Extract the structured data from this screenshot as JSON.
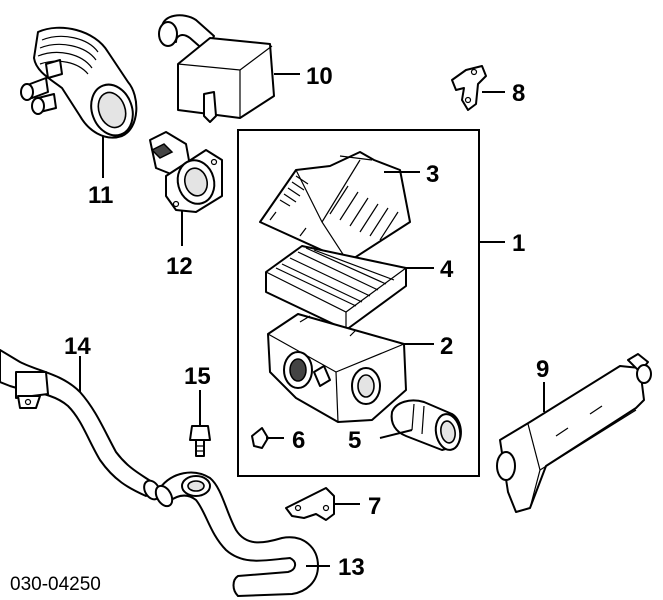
{
  "callouts": {
    "c1": "1",
    "c2": "2",
    "c3": "3",
    "c4": "4",
    "c5": "5",
    "c6": "6",
    "c7": "7",
    "c8": "8",
    "c9": "9",
    "c10": "10",
    "c11": "11",
    "c12": "12",
    "c13": "13",
    "c14": "14",
    "c15": "15"
  },
  "diagram_code": "030-04250"
}
